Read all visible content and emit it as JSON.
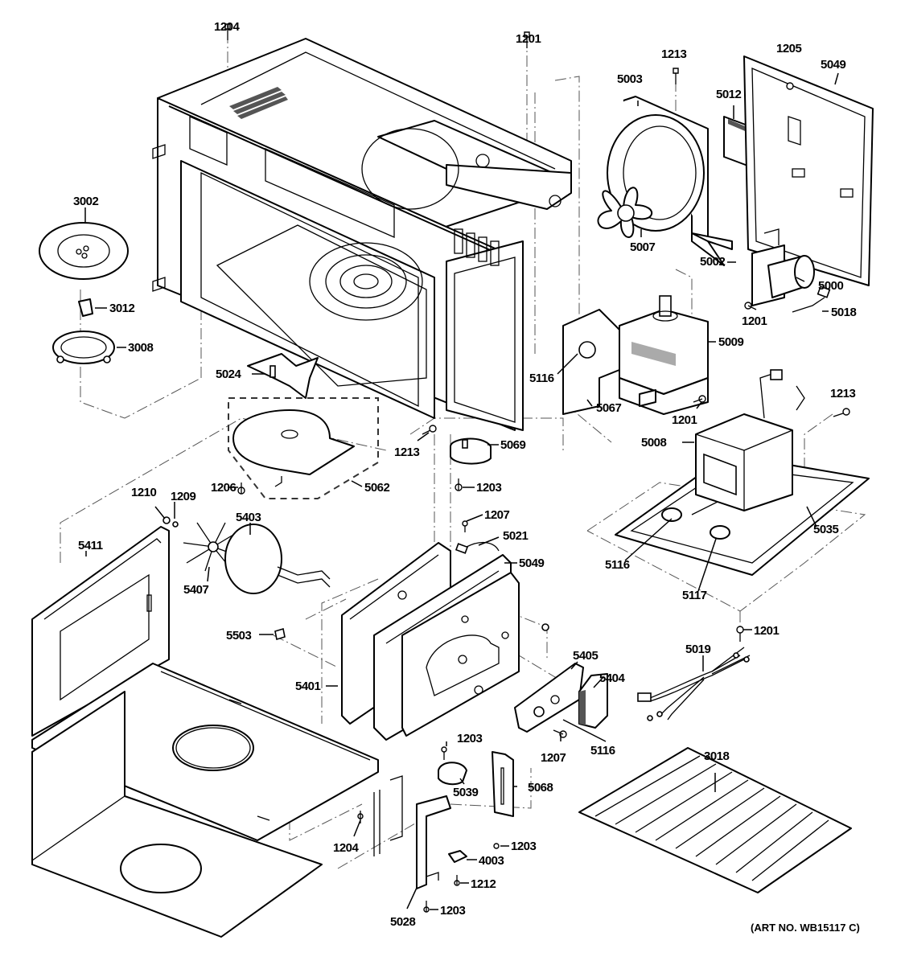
{
  "diagram": {
    "title": "Microwave / Convection Oven Exploded Parts Diagram",
    "art_number": "(ART NO. WB15117 C)",
    "labels": [
      {
        "id": "1204-top",
        "text": "1204",
        "part": "screw"
      },
      {
        "id": "1201-top",
        "text": "1201",
        "part": "screw"
      },
      {
        "id": "1213-top",
        "text": "1213",
        "part": "screw"
      },
      {
        "id": "1205",
        "text": "1205",
        "part": "screw"
      },
      {
        "id": "5049-top",
        "text": "5049",
        "part": "rear-panel"
      },
      {
        "id": "5003",
        "text": "5003",
        "part": "fan-shroud"
      },
      {
        "id": "5012",
        "text": "5012",
        "part": "fan-motor"
      },
      {
        "id": "5007",
        "text": "5007",
        "part": "fan-blade"
      },
      {
        "id": "5002",
        "text": "5002",
        "part": "capacitor-bracket"
      },
      {
        "id": "5000",
        "text": "5000",
        "part": "capacitor"
      },
      {
        "id": "1201-cap",
        "text": "1201",
        "part": "screw"
      },
      {
        "id": "5018",
        "text": "5018",
        "part": "diode"
      },
      {
        "id": "3002",
        "text": "3002",
        "part": "turntable-tray"
      },
      {
        "id": "3012",
        "text": "3012",
        "part": "coupler"
      },
      {
        "id": "3008",
        "text": "3008",
        "part": "roller-ring"
      },
      {
        "id": "5024",
        "text": "5024",
        "part": "stirrer"
      },
      {
        "id": "5116-mag",
        "text": "5116",
        "part": "thermostat"
      },
      {
        "id": "5067",
        "text": "5067",
        "part": "bracket"
      },
      {
        "id": "5009",
        "text": "5009",
        "part": "magnetron"
      },
      {
        "id": "1201-mag",
        "text": "1201",
        "part": "screw"
      },
      {
        "id": "1213-mid",
        "text": "1213",
        "part": "screw"
      },
      {
        "id": "5069",
        "text": "5069",
        "part": "turntable-motor"
      },
      {
        "id": "1206",
        "text": "1206",
        "part": "screw"
      },
      {
        "id": "5062",
        "text": "5062",
        "part": "stirrer-cover"
      },
      {
        "id": "1203-motor",
        "text": "1203",
        "part": "screw"
      },
      {
        "id": "1213-right",
        "text": "1213",
        "part": "screw"
      },
      {
        "id": "5008",
        "text": "5008",
        "part": "transformer"
      },
      {
        "id": "5035",
        "text": "5035",
        "part": "base-plate"
      },
      {
        "id": "5116-base",
        "text": "5116",
        "part": "thermostat"
      },
      {
        "id": "5117",
        "text": "5117",
        "part": "thermostat"
      },
      {
        "id": "1201-base",
        "text": "1201",
        "part": "screw"
      },
      {
        "id": "1210",
        "text": "1210",
        "part": "nut"
      },
      {
        "id": "1209",
        "text": "1209",
        "part": "washer"
      },
      {
        "id": "5403",
        "text": "5403",
        "part": "convection-heater"
      },
      {
        "id": "5411",
        "text": "5411",
        "part": "side-panel"
      },
      {
        "id": "5407",
        "text": "5407",
        "part": "convection-fan"
      },
      {
        "id": "1207-top",
        "text": "1207",
        "part": "screw"
      },
      {
        "id": "5021",
        "text": "5021",
        "part": "thermistor"
      },
      {
        "id": "5049-mid",
        "text": "5049",
        "part": "convection-housing"
      },
      {
        "id": "5503",
        "text": "5503",
        "part": "clip"
      },
      {
        "id": "5401",
        "text": "5401",
        "part": "insulation"
      },
      {
        "id": "5405",
        "text": "5405",
        "part": "bracket"
      },
      {
        "id": "5404",
        "text": "5404",
        "part": "convection-motor"
      },
      {
        "id": "5019",
        "text": "5019",
        "part": "wire-harness"
      },
      {
        "id": "1207-bottom",
        "text": "1207",
        "part": "screw"
      },
      {
        "id": "5116-conv",
        "text": "5116",
        "part": "thermostat"
      },
      {
        "id": "1203-upper",
        "text": "1203",
        "part": "screw"
      },
      {
        "id": "5039",
        "text": "5039",
        "part": "damper-motor"
      },
      {
        "id": "5068",
        "text": "5068",
        "part": "cover"
      },
      {
        "id": "3018",
        "text": "3018",
        "part": "oven-rack"
      },
      {
        "id": "1204-bottom",
        "text": "1204",
        "part": "screw"
      },
      {
        "id": "1203-mid",
        "text": "1203",
        "part": "screw"
      },
      {
        "id": "4003",
        "text": "4003",
        "part": "switch"
      },
      {
        "id": "1212",
        "text": "1212",
        "part": "screw"
      },
      {
        "id": "5028",
        "text": "5028",
        "part": "bracket"
      },
      {
        "id": "1203-bottom",
        "text": "1203",
        "part": "screw"
      }
    ]
  }
}
